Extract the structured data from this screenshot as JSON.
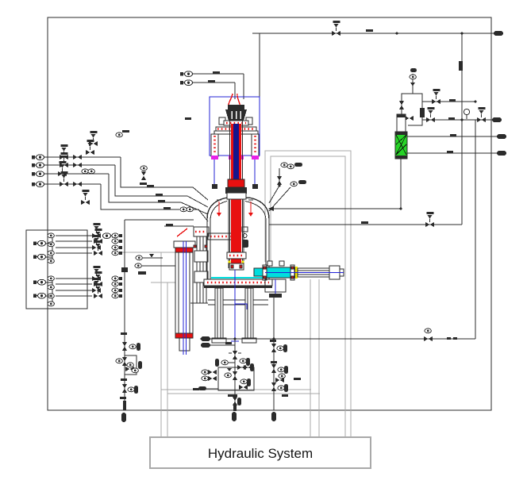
{
  "labels": {
    "hydraulic_system": "Hydraulic System"
  },
  "colors": {
    "line": "#2b2b2b",
    "border": "#a9a9a9",
    "hose": "#a8a8a8",
    "red": "#e81010",
    "blue": "#2323d6",
    "navy": "#15158c",
    "cyan": "#00dede",
    "magenta": "#e822e8",
    "green": "#27d427",
    "yellow": "#f0e400"
  },
  "components": [
    "diagram-frame",
    "top-vent-line",
    "agitator-drive-assembly",
    "reactor-vessel",
    "agitator-shaft",
    "vessel-support-legs",
    "lift-cylinder",
    "bottom-discharge-assembly",
    "filter-column",
    "right-vent-manifold",
    "left-instrument-rows",
    "left-purge-panel",
    "left-utility-line",
    "bottom-valve-network",
    "hydraulic-hoses",
    "hydraulic-system-box"
  ]
}
